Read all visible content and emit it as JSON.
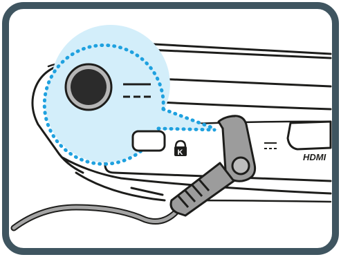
{
  "illustration": {
    "subject": "dc-power-connection",
    "ports": {
      "hdmi_label": "HDMI",
      "lock_glyph": "K"
    },
    "colors": {
      "frame": "#3f5560",
      "outline": "#1d1d1b",
      "callout_fill": "#d3eefa",
      "callout_dots": "#1fa1df",
      "plug_gray": "#9c9c9c",
      "cable_gray": "#a5a5a5",
      "jack_dark": "#2b2b2b",
      "jack_ring": "#b6b6b6"
    },
    "icons": [
      "dc-jack-icon",
      "dc-polarity-icon",
      "kensington-lock-icon",
      "hdmi-logo-icon"
    ]
  }
}
